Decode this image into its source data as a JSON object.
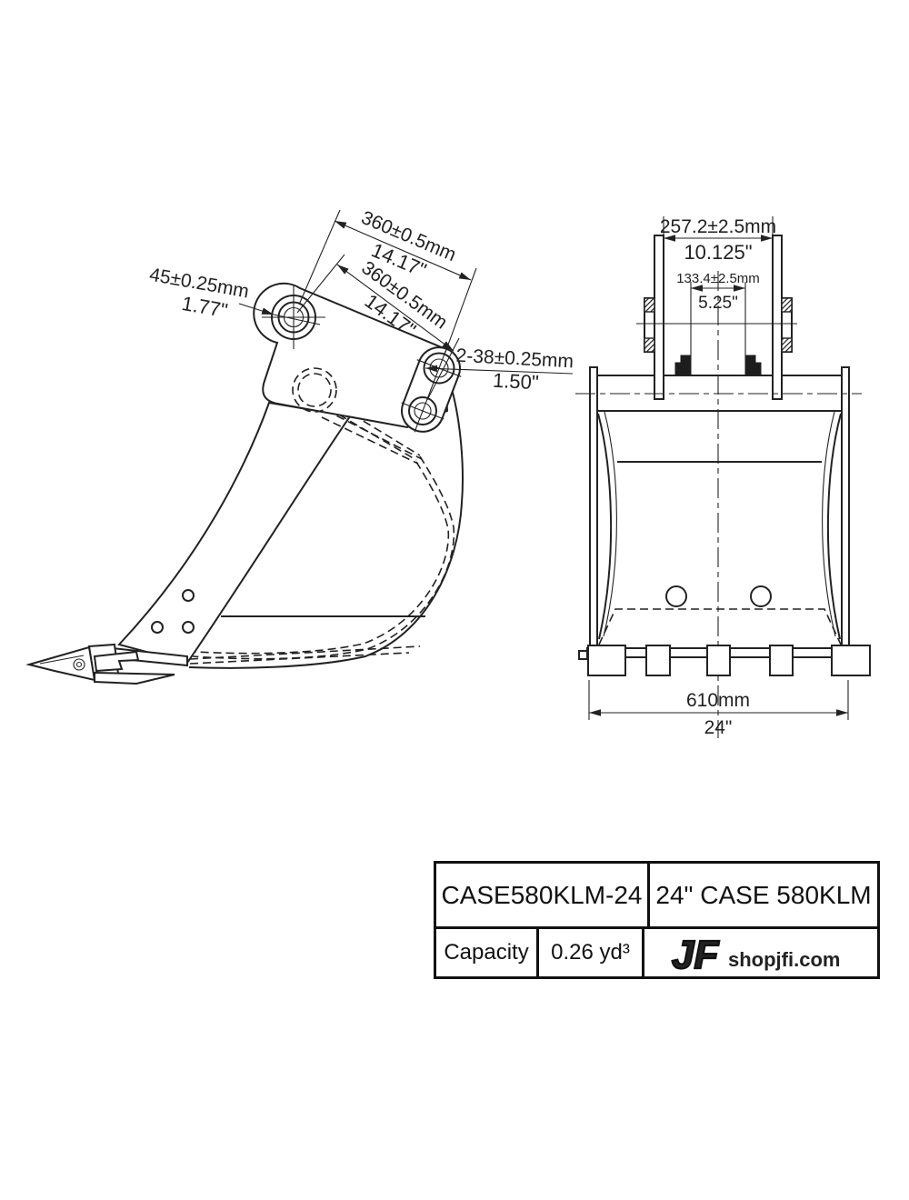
{
  "page": {
    "bg": "#ffffff",
    "ink": "#222222"
  },
  "side_view": {
    "dim_length_upper": {
      "mm": "360±0.5mm",
      "in": "14.17\""
    },
    "dim_length_lower": {
      "mm": "360±0.5mm",
      "in": "14.17\""
    },
    "dim_bore_main": {
      "mm": "45±0.25mm",
      "in": "1.77\""
    },
    "dim_bore_link": {
      "mm": "2-38±0.25mm",
      "in": "1.50\""
    }
  },
  "front_view": {
    "dim_outer_width": {
      "mm": "257.2±2.5mm",
      "in": "10.125\""
    },
    "dim_inner_width": {
      "mm": "133.4±2.5mm",
      "in": "5.25\""
    },
    "dim_cut_width": {
      "mm": "610mm",
      "in": "24\""
    }
  },
  "table": {
    "model": "CASE580KLM-24",
    "description": "24\" CASE 580KLM",
    "capacity_label": "Capacity",
    "capacity_value": "0.26 yd³",
    "brand_initials": "JF",
    "website": "shopjfi.com"
  }
}
